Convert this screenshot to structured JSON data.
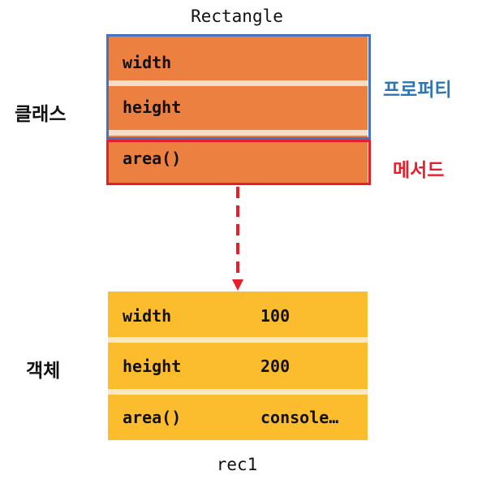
{
  "class_section": {
    "label": "클래스",
    "name": "Rectangle",
    "properties": [
      "width",
      "height"
    ],
    "method": "area()",
    "property_label": "프로퍼티",
    "method_label": "메서드"
  },
  "object_section": {
    "label": "객체",
    "name": "rec1",
    "rows": [
      {
        "key": "width",
        "value": "100"
      },
      {
        "key": "height",
        "value": "200"
      },
      {
        "key": "area()",
        "value": "console…"
      }
    ]
  },
  "colors": {
    "class_fill": "#ec8040",
    "object_fill": "#fbbd2e",
    "property_frame": "#4472c4",
    "method_frame": "#e81e2a",
    "property_label": "#2e75b6",
    "arrow": "#e81e2a"
  }
}
